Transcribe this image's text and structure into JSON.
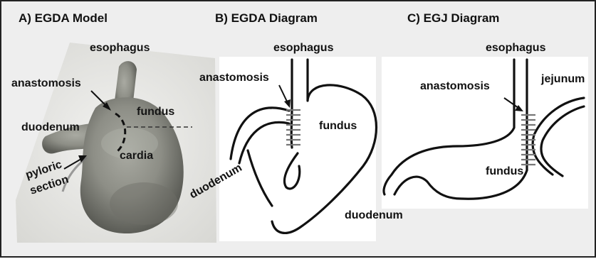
{
  "panels": [
    {
      "title": "A) EGDA Model",
      "labels": {
        "esophagus": "esophagus",
        "anastomosis": "anastomosis",
        "fundus": "fundus",
        "duodenum": "duodenum",
        "cardia": "cardia",
        "pyloric_1": "pyloric",
        "pyloric_2": "section"
      }
    },
    {
      "title": "B) EGDA Diagram",
      "labels": {
        "esophagus": "esophagus",
        "anastomosis": "anastomosis",
        "fundus": "fundus",
        "duodenum": "duodenum"
      }
    },
    {
      "title": "C) EGJ Diagram",
      "labels": {
        "esophagus": "esophagus",
        "jejunum": "jejunum",
        "anastomosis": "anastomosis",
        "fundus": "fundus",
        "duodenum": "duodenum"
      }
    }
  ],
  "colors": {
    "background": "#eeeeee",
    "panel": "#ffffff",
    "outline": "#111111",
    "staple": "#777777",
    "tissue": "#8d8e86"
  }
}
